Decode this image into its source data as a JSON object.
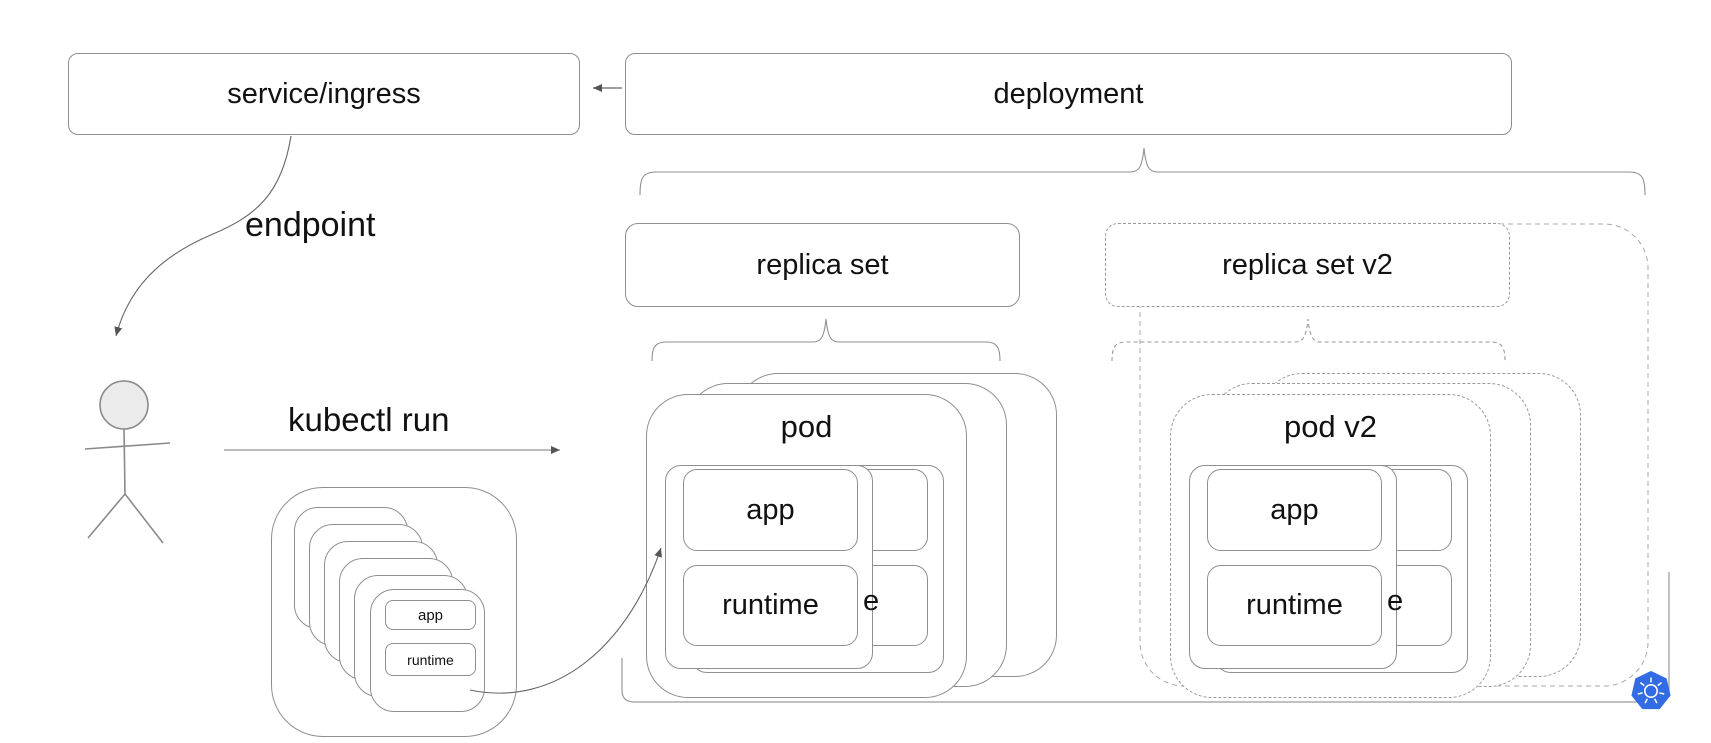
{
  "nodes": {
    "service_ingress": "service/ingress",
    "deployment": "deployment",
    "replica_set": "replica set",
    "replica_set_v2": "replica set v2"
  },
  "labels": {
    "endpoint": "endpoint",
    "kubectl_run": "kubectl run"
  },
  "pod": {
    "title": "pod",
    "app": "app",
    "runtime": "runtime",
    "hidden_runtime_suffix": "e"
  },
  "pod_v2": {
    "title": "pod v2",
    "app": "app",
    "runtime": "runtime",
    "hidden_runtime_suffix": "e"
  },
  "container_stack": {
    "app": "app",
    "runtime": "runtime"
  },
  "icons": {
    "kubernetes_logo": "kubernetes-logo",
    "user_figure": "user-stick-figure"
  },
  "colors": {
    "stroke": "#8f8f8f",
    "k8s_blue": "#326CE5",
    "text": "#111111",
    "head_fill": "#ebebeb"
  }
}
